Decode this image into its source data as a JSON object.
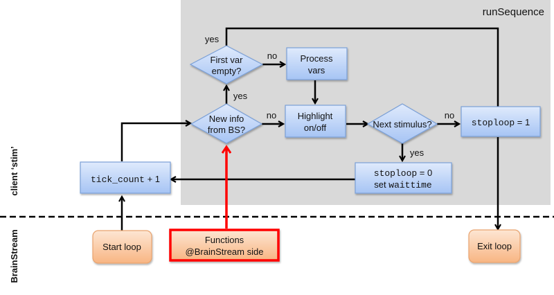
{
  "diagram": {
    "region_title": "runSequence",
    "lanes": {
      "client": "client ‘stim’",
      "brainstream": "BrainStream"
    },
    "nodes": {
      "first_var_empty": [
        "First var",
        "empty?"
      ],
      "process_vars": [
        "Process",
        "vars"
      ],
      "new_info": [
        "New info",
        "from BS?"
      ],
      "highlight": [
        "Highlight",
        "on/off"
      ],
      "next_stimulus": "Next stimulus?",
      "stoploop1": {
        "code": "stoploop",
        "rest": " = 1"
      },
      "stoploop0": {
        "code": "stoploop",
        "rest": " = 0",
        "line2_prefix": "set ",
        "line2_code": "waittime"
      },
      "tick_count": {
        "code": "tick_count",
        "rest": " + 1"
      },
      "start_loop": "Start loop",
      "functions": [
        "Functions",
        "@BrainStream side"
      ],
      "exit_loop": "Exit loop"
    },
    "edge_labels": {
      "yes_top": "yes",
      "no_first_var": "no",
      "yes_new_info": "yes",
      "no_new_info": "no",
      "no_next": "no",
      "yes_next": "yes"
    },
    "colors": {
      "region_bg": "#d9d9d9",
      "process_fill_top": "#dbe7fb",
      "process_fill_bottom": "#a9c6f5",
      "process_stroke": "#7a9fd6",
      "terminal_fill_top": "#fde3cf",
      "terminal_fill_bottom": "#f9b98a",
      "terminal_stroke": "#e9a36e",
      "highlight_stroke": "#ff0000"
    }
  }
}
